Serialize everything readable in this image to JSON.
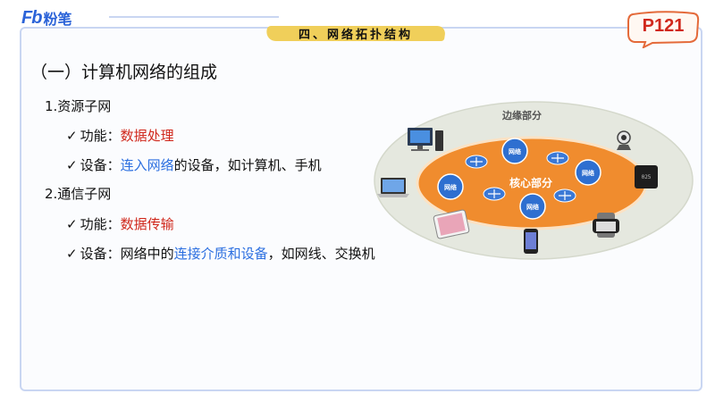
{
  "logo": {
    "mark": "Fb",
    "text": "粉笔"
  },
  "section_title": "四、网络拓扑结构",
  "page_badge": "P121",
  "heading": "（一）计算机网络的组成",
  "items": {
    "resource": {
      "title": "1.资源子网",
      "func_label": "功能：",
      "func_value": "数据处理",
      "device_label": "设备：",
      "device_highlight": "连入网络",
      "device_rest": "的设备，如计算机、手机"
    },
    "comm": {
      "title": "2.通信子网",
      "func_label": "功能：",
      "func_value": "数据传输",
      "device_label": "设备：",
      "device_pre": "网络中的",
      "device_highlight": "连接介质和设备",
      "device_rest": "，如网线、交换机"
    }
  },
  "diagram": {
    "edge_label": "边缘部分",
    "core_label": "核心部分",
    "network_label": "网络",
    "watch_time": "025"
  },
  "colors": {
    "brand": "#2b63d8",
    "red": "#d0281c",
    "blue": "#2c6fe0",
    "outer_ellipse": "#e5e8df",
    "core_ellipse": "#f08c2e",
    "network_node": "#2e6fd0"
  }
}
